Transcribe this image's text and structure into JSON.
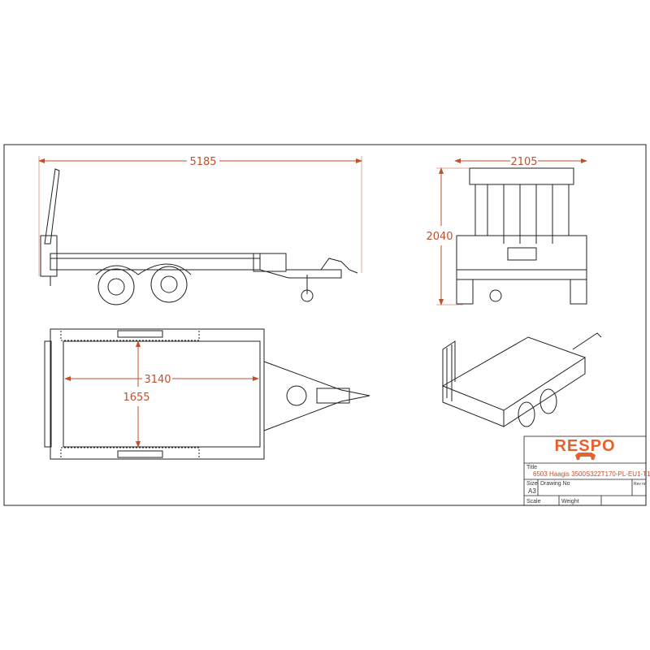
{
  "dimensions": {
    "overall_length": "5185",
    "overall_width": "2105",
    "overall_height": "2040",
    "deck_length": "3140",
    "deck_width": "1655"
  },
  "title_block": {
    "brand": "RESPO",
    "title_label": "Title",
    "title_value": "6503 Haagis 3500S322T170-PL-EU1-T1",
    "size_label": "Size",
    "size_value": "A3",
    "drawing_no_label": "Drawing No",
    "rev_label": "Rev nr",
    "scale_label": "Scale",
    "weight_label": "Weight"
  },
  "colors": {
    "dimension": "#c0502a",
    "brand": "#e8602c",
    "line": "#222222"
  }
}
